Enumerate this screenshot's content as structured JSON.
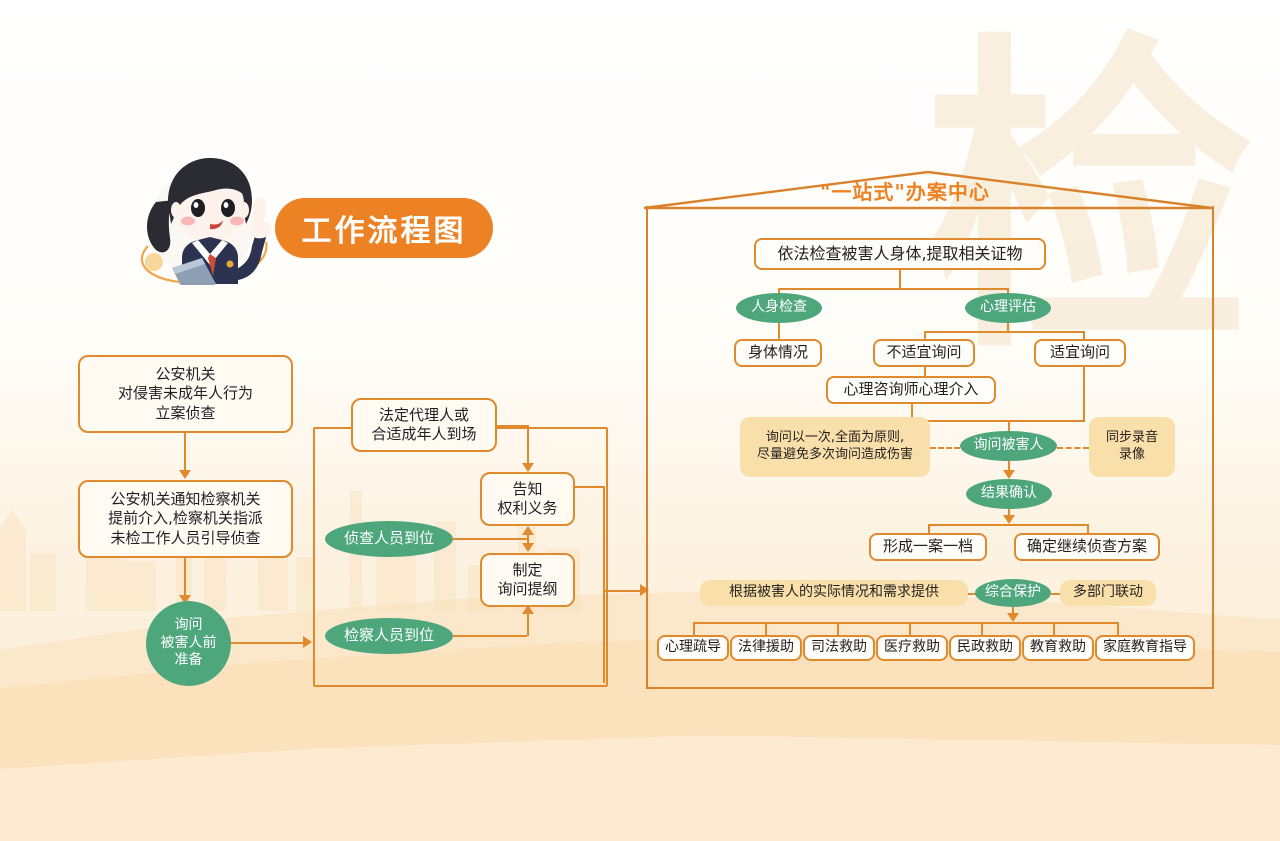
{
  "title": {
    "banner_label": "工作流程图",
    "banner_color": "#ed8224",
    "mascot_alt": "检察官卡通形象"
  },
  "watermark": {
    "char": "检"
  },
  "palette": {
    "orange": "#e08a2e",
    "orange_strong": "#ed8224",
    "green": "#4ea77c",
    "cream": "#fffaf2",
    "tan": "#f9dfa9",
    "page_bg": "#fdf3e3"
  },
  "left_column": {
    "nodes": [
      {
        "id": "ln1",
        "label": "公安机关\n对侵害未成年人行为\n立案侦查",
        "shape": "rounded-box"
      },
      {
        "id": "ln2",
        "label": "公安机关通知检察机关\n提前介入,检察机关指派\n未检工作人员引导侦查",
        "shape": "rounded-box"
      },
      {
        "id": "ln3",
        "label": "询问\n被害人前\n准备",
        "shape": "circle-green"
      }
    ]
  },
  "middle_column": {
    "nodes": [
      {
        "id": "mn1",
        "label": "法定代理人或\n合适成年人到场",
        "shape": "rounded-box"
      },
      {
        "id": "mn2",
        "label": "告知\n权利义务",
        "shape": "rounded-box"
      },
      {
        "id": "mn3",
        "label": "制定\n询问提纲",
        "shape": "rounded-box"
      },
      {
        "id": "mn4",
        "label": "侦查人员到位",
        "shape": "ellipse-green"
      },
      {
        "id": "mn5",
        "label": "检察人员到位",
        "shape": "ellipse-green"
      }
    ]
  },
  "house": {
    "roof_title": "\"一站式\"办案中心",
    "nodes": [
      {
        "id": "h1",
        "label": "依法检查被害人身体,提取相关证物",
        "shape": "rounded-box"
      },
      {
        "id": "h2",
        "label": "人身检查",
        "shape": "ellipse-green"
      },
      {
        "id": "h3",
        "label": "心理评估",
        "shape": "ellipse-green"
      },
      {
        "id": "h4",
        "label": "身体情况",
        "shape": "rounded-box"
      },
      {
        "id": "h5",
        "label": "不适宜询问",
        "shape": "rounded-box"
      },
      {
        "id": "h6",
        "label": "适宜询问",
        "shape": "rounded-box"
      },
      {
        "id": "h7",
        "label": "心理咨询师心理介入",
        "shape": "rounded-box"
      },
      {
        "id": "h8",
        "label": "询问以一次,全面为原则,\n尽量避免多次询问造成伤害",
        "shape": "tan-box"
      },
      {
        "id": "h9",
        "label": "询问被害人",
        "shape": "ellipse-green"
      },
      {
        "id": "h10",
        "label": "同步录音\n录像",
        "shape": "tan-box"
      },
      {
        "id": "h11",
        "label": "结果确认",
        "shape": "ellipse-green"
      },
      {
        "id": "h12",
        "label": "形成一案一档",
        "shape": "rounded-box"
      },
      {
        "id": "h13",
        "label": "确定继续侦查方案",
        "shape": "rounded-box"
      },
      {
        "id": "h14",
        "label": "根据被害人的实际情况和需求提供",
        "shape": "tan-box"
      },
      {
        "id": "h15",
        "label": "综合保护",
        "shape": "ellipse-green"
      },
      {
        "id": "h16",
        "label": "多部门联动",
        "shape": "tan-box"
      }
    ],
    "support_row": [
      {
        "id": "s1",
        "label": "心理疏导"
      },
      {
        "id": "s2",
        "label": "法律援助"
      },
      {
        "id": "s3",
        "label": "司法救助"
      },
      {
        "id": "s4",
        "label": "医疗救助"
      },
      {
        "id": "s5",
        "label": "民政救助"
      },
      {
        "id": "s6",
        "label": "教育救助"
      },
      {
        "id": "s7",
        "label": "家庭教育指导"
      }
    ]
  }
}
